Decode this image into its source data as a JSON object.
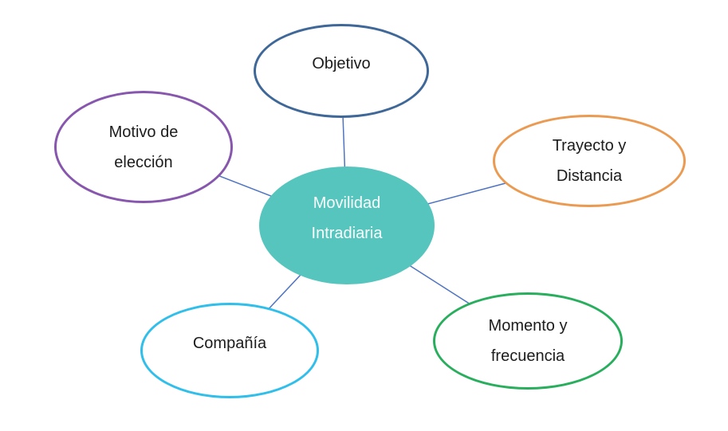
{
  "diagram": {
    "center": {
      "label": "Movilidad Intradiaria",
      "fill": "#56C5BE",
      "text_color": "#FAFDFC"
    },
    "nodes": [
      {
        "id": "objetivo",
        "label": "Objetivo",
        "border_color": "#3F6898"
      },
      {
        "id": "trayecto-y-distancia",
        "label": "Trayecto y Distancia",
        "border_color": "#EB9A52"
      },
      {
        "id": "momento-y-frecuencia",
        "label": "Momento y frecuencia",
        "border_color": "#29AE5E"
      },
      {
        "id": "compania",
        "label": "Compañía",
        "border_color": "#30BEEA"
      },
      {
        "id": "motivo-de-eleccion",
        "label": "Motivo de elección",
        "border_color": "#8757AE"
      }
    ],
    "connector_color": "#4F74C2"
  }
}
